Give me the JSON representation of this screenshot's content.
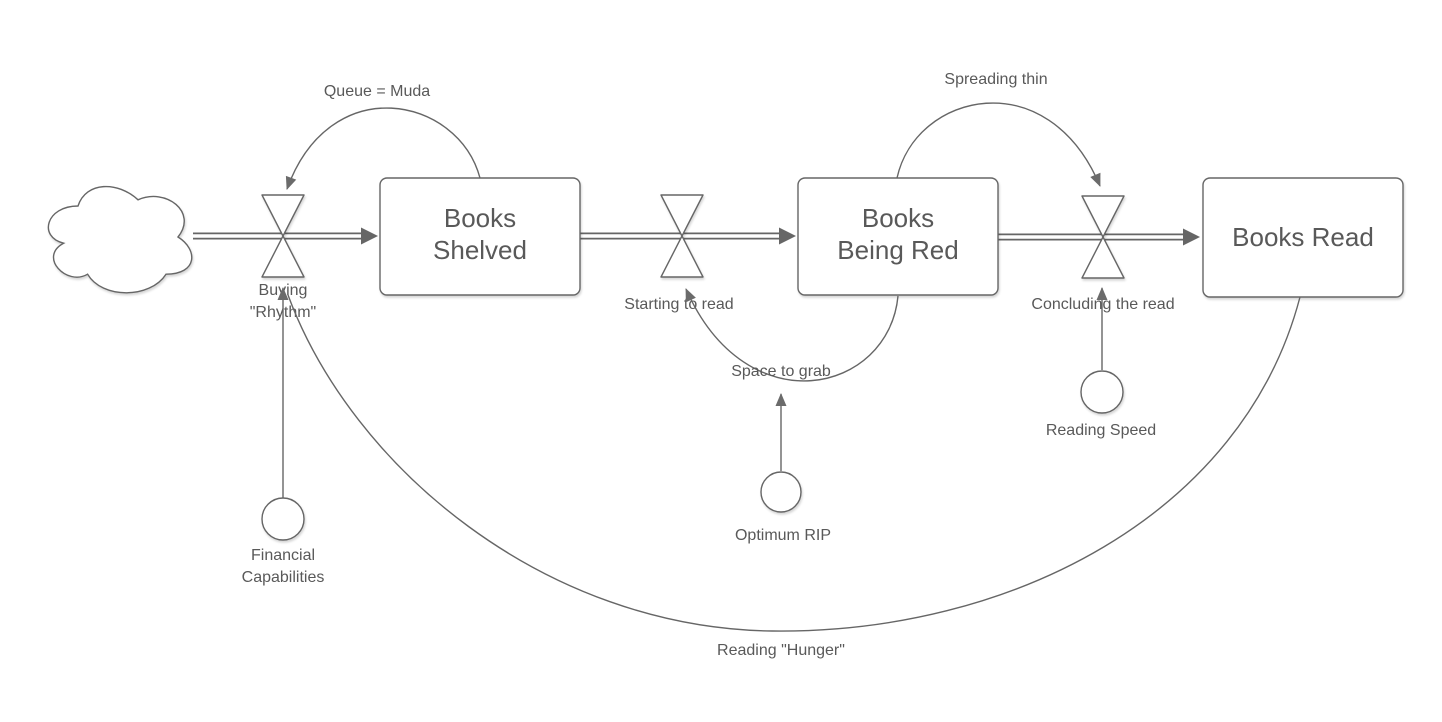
{
  "diagram": {
    "kind": "stock-and-flow",
    "background_color": "#ffffff",
    "stroke_color": "#666666",
    "text_color": "#595959"
  },
  "stocks": [
    {
      "label": [
        "Books",
        "Shelved"
      ]
    },
    {
      "label": [
        "Books",
        "Being Red"
      ]
    },
    {
      "label": [
        "Books Read"
      ]
    }
  ],
  "flows": [
    {
      "valve_label": [
        "Buying",
        "\"Rhythm\""
      ]
    },
    {
      "valve_label": [
        "Starting to read"
      ]
    },
    {
      "valve_label": [
        "Concluding the read"
      ]
    }
  ],
  "auxiliaries": [
    {
      "label": [
        "Financial",
        "Capabilities"
      ]
    },
    {
      "label": [
        "Optimum RIP"
      ]
    },
    {
      "label": [
        "Reading Speed"
      ]
    }
  ],
  "links": [
    {
      "label": "Queue = Muda"
    },
    {
      "label": "Spreading thin"
    },
    {
      "label": "Space to grab"
    },
    {
      "label": "Reading \"Hunger\""
    }
  ]
}
